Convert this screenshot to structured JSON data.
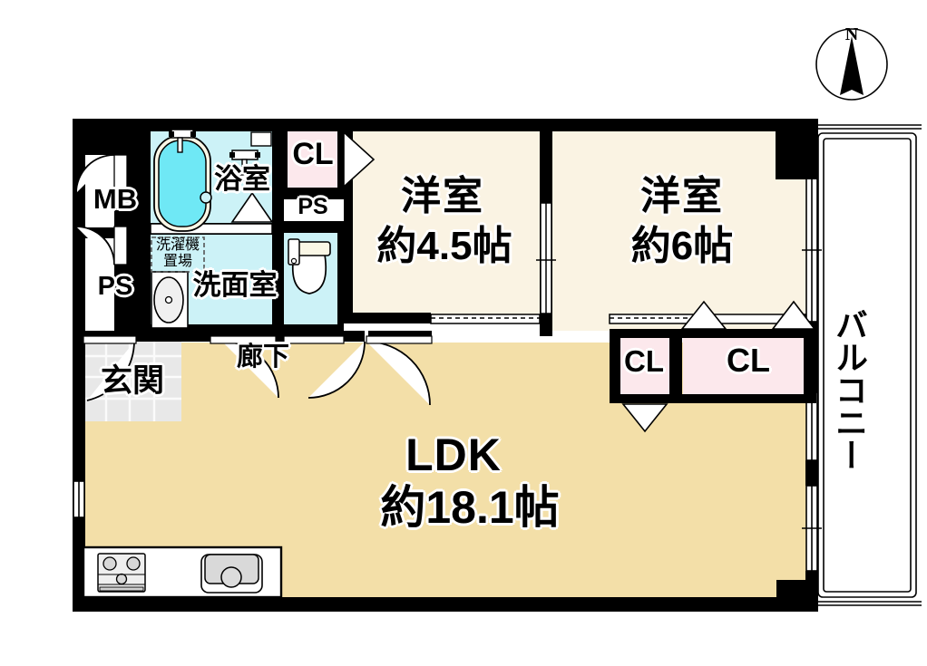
{
  "document": {
    "type": "floor-plan",
    "language": "ja",
    "layout_name": "2LDK"
  },
  "compass": {
    "north_label": "N",
    "icon": "compass-north-icon"
  },
  "colors": {
    "wall": "#000000",
    "room_tatami": "#f3dfa8",
    "room_bedroom": "#faf3e3",
    "wet_area": "#ccf2f7",
    "closet": "#fce8ec",
    "bathtub": "#6fe8f5",
    "entrance_tile": "#e8e8e8",
    "white": "#ffffff"
  },
  "rooms": [
    {
      "id": "ldk",
      "name": "LDK",
      "area": "約18.1帖",
      "color": "#f3dfa8"
    },
    {
      "id": "bedroom_45",
      "name": "洋室",
      "area": "約4.5帖",
      "color": "#faf3e3"
    },
    {
      "id": "bedroom_6",
      "name": "洋室",
      "area": "約6帖",
      "color": "#faf3e3"
    },
    {
      "id": "bath",
      "name": "浴室",
      "area": "",
      "color": "#ccf2f7"
    },
    {
      "id": "washroom",
      "name": "洗面室",
      "area": "",
      "color": "#ccf2f7"
    },
    {
      "id": "toilet",
      "name": "",
      "area": "",
      "color": "#ccf2f7"
    },
    {
      "id": "corridor",
      "name": "廊下",
      "area": "",
      "color": "#ffffff"
    },
    {
      "id": "entrance",
      "name": "玄関",
      "area": "",
      "color": "#e8e8e8"
    },
    {
      "id": "balcony",
      "name": "バルコニー",
      "area": "",
      "color": "#ffffff"
    }
  ],
  "labels": {
    "ldk_name": "LDK",
    "ldk_area": "約18.1帖",
    "bedroom_45_name": "洋室",
    "bedroom_45_area": "約4.5帖",
    "bedroom_6_name": "洋室",
    "bedroom_6_area": "約6帖",
    "bath": "浴室",
    "washroom": "洗面室",
    "washer_line1": "洗濯機",
    "washer_line2": "置場",
    "corridor": "廊下",
    "entrance": "玄関",
    "balcony": "バルコニー",
    "mb": "MB",
    "ps_upper": "PS",
    "ps_left": "PS",
    "cl_top": "CL",
    "cl_small": "CL",
    "cl_large": "CL"
  },
  "fixtures": [
    {
      "id": "bathtub",
      "name": "bathtub-icon"
    },
    {
      "id": "toilet",
      "name": "toilet-icon"
    },
    {
      "id": "basin",
      "name": "wash-basin-icon"
    },
    {
      "id": "stove",
      "name": "gas-stove-icon"
    },
    {
      "id": "sink",
      "name": "kitchen-sink-icon"
    },
    {
      "id": "washer",
      "name": "washing-machine-space"
    }
  ]
}
